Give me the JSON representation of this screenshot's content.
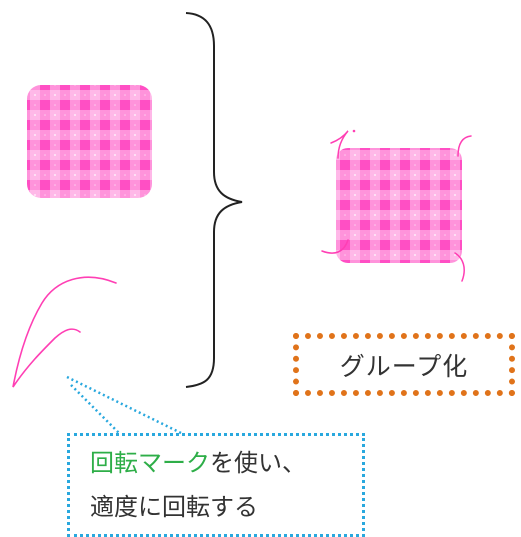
{
  "group_label": {
    "text": "グループ化"
  },
  "callout": {
    "line1_highlight": "回転マーク",
    "line1_rest": "を使い、",
    "line2": "適度に回転する"
  },
  "colors": {
    "pattern_pink": "#ff5fc8",
    "pattern_light": "#ffb8e8",
    "stroke_pink": "#ff3fb4",
    "orange_border": "#e0731a",
    "blue_border": "#29a8de",
    "green_accent": "#2eae48",
    "brace": "#222222"
  },
  "icons": [
    "curly-brace-right",
    "gingham-square",
    "curved-line-shape"
  ]
}
